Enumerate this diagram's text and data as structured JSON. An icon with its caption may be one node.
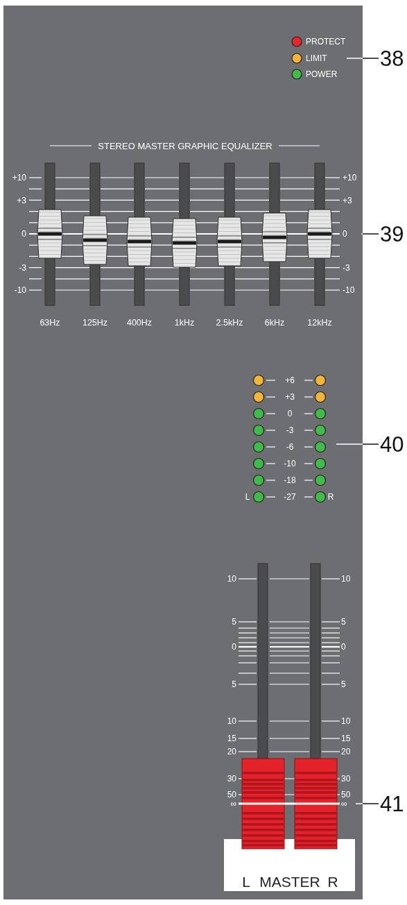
{
  "diagram": {
    "nodes": [
      {
        "text": [
          "38"
        ]
      },
      {
        "text": [
          "39"
        ]
      },
      {
        "text": [
          "40"
        ]
      },
      {
        "text": [
          "41"
        ]
      }
    ],
    "edges": [
      {
        "from": 0,
        "to": null,
        "arrow": "none"
      },
      {
        "from": 1,
        "to": null,
        "arrow": "none"
      },
      {
        "from": 2,
        "to": null,
        "arrow": "none"
      },
      {
        "from": 3,
        "to": null,
        "arrow": "none"
      }
    ],
    "labels": [
      "PROTECT",
      "LIMIT",
      "POWER",
      "STEREO MASTER GRAPHIC EQUALIZER",
      "+10",
      "+10",
      "+3",
      "+3",
      "0",
      "0",
      "-3",
      "-3",
      "-10",
      "-10",
      "63Hz",
      "125Hz",
      "400Hz",
      "1kHz",
      "2.5kHz",
      "6kHz",
      "12kHz",
      "+6",
      "+3",
      "0",
      "-3",
      "-6",
      "-10",
      "-18",
      "L",
      "-27",
      "R",
      "10",
      "10",
      "5",
      "5",
      "0",
      "0",
      "5",
      "5",
      "10",
      "10",
      "15",
      "15",
      "20",
      "20",
      "30",
      "30",
      "50",
      "50",
      "∞",
      "∞",
      "L",
      "MASTER",
      "R"
    ]
  }
}
